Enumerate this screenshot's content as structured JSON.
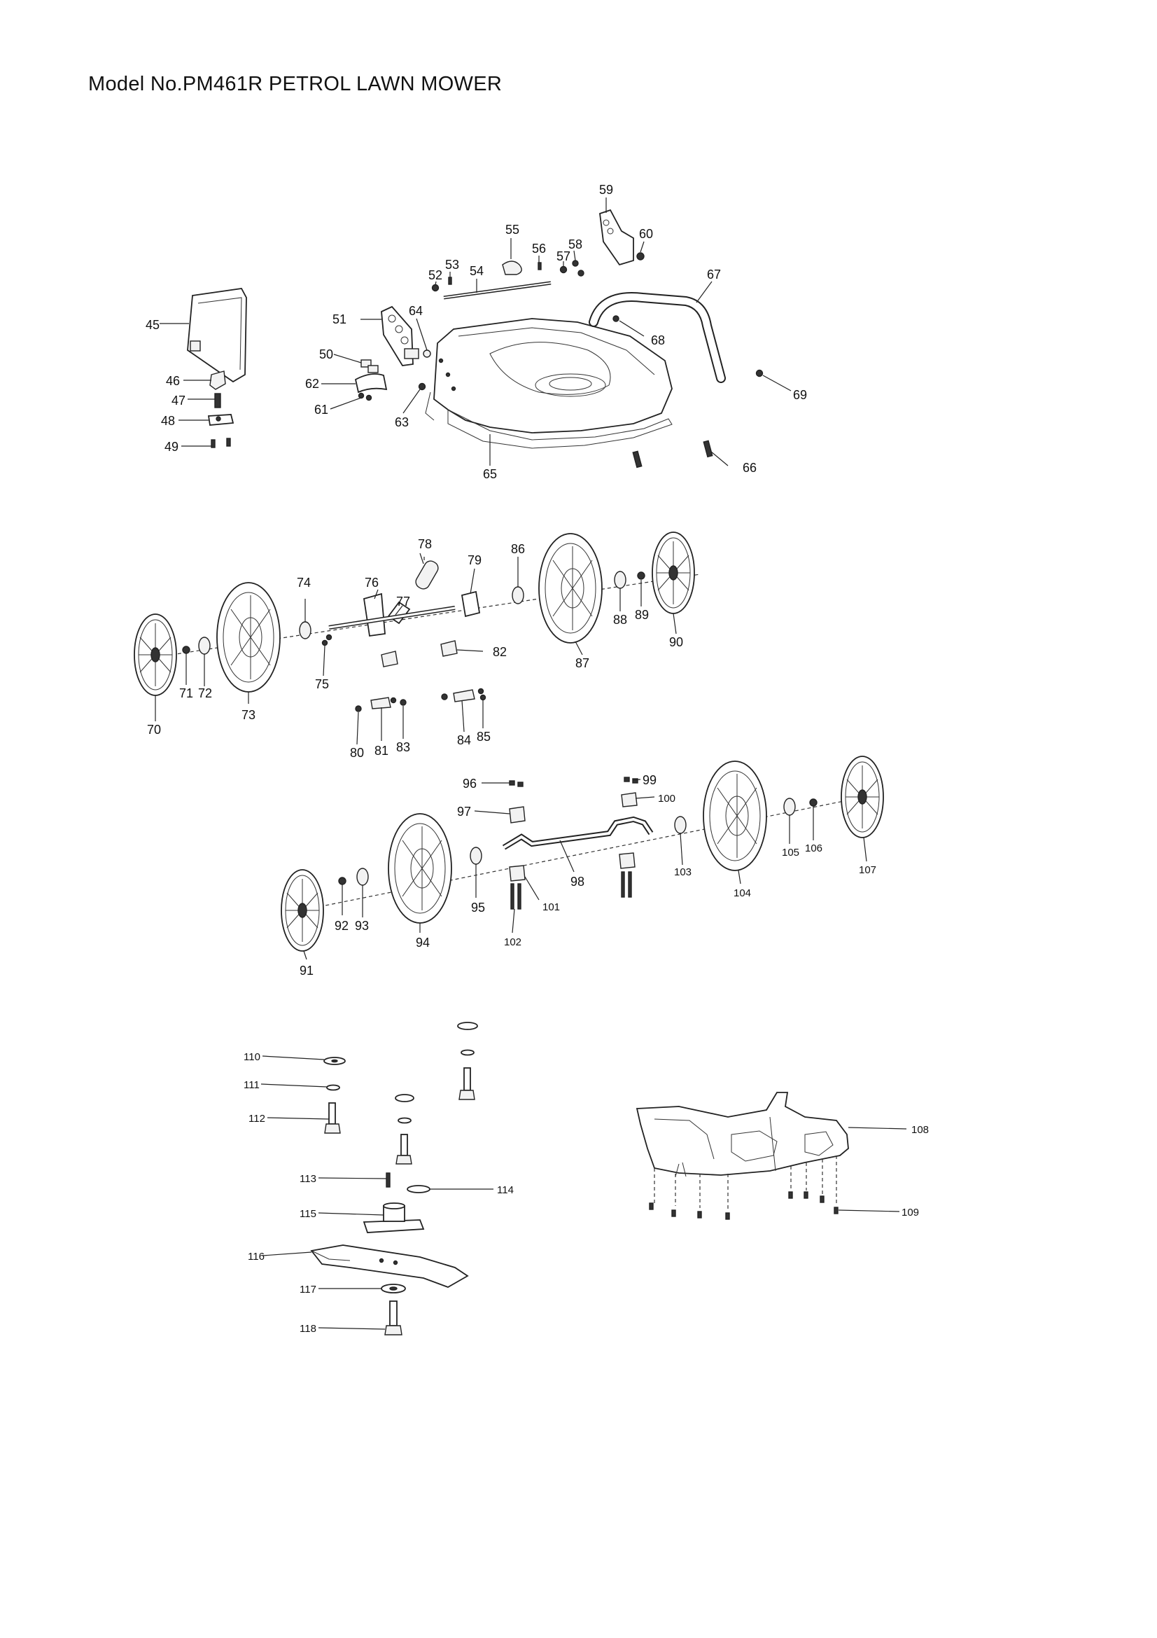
{
  "title": "Model No.PM461R PETROL LAWN MOWER",
  "labels": {
    "p45": "45",
    "p46": "46",
    "p47": "47",
    "p48": "48",
    "p49": "49",
    "p50": "50",
    "p51": "51",
    "p52": "52",
    "p53": "53",
    "p54": "54",
    "p55": "55",
    "p56": "56",
    "p57": "57",
    "p58": "58",
    "p59": "59",
    "p60": "60",
    "p61": "61",
    "p62": "62",
    "p63": "63",
    "p64": "64",
    "p65": "65",
    "p66": "66",
    "p67": "67",
    "p68": "68",
    "p69": "69",
    "p70": "70",
    "p71": "71",
    "p72": "72",
    "p73": "73",
    "p74": "74",
    "p75": "75",
    "p76": "76",
    "p77": "77",
    "p78": "78",
    "p79": "79",
    "p80": "80",
    "p81": "81",
    "p82": "82",
    "p83": "83",
    "p84": "84",
    "p85": "85",
    "p86": "86",
    "p87": "87",
    "p88": "88",
    "p89": "89",
    "p90": "90",
    "p91": "91",
    "p92": "92",
    "p93": "93",
    "p94": "94",
    "p95": "95",
    "p96": "96",
    "p97": "97",
    "p98": "98",
    "p99": "99",
    "p100": "100",
    "p101": "101",
    "p102": "102",
    "p103": "103",
    "p104": "104",
    "p105": "105",
    "p106": "106",
    "p107": "107",
    "p108": "108",
    "p109": "109",
    "p110": "110",
    "p111": "111",
    "p112": "112",
    "p113": "113",
    "p114": "114",
    "p115": "115",
    "p116": "116",
    "p117": "117",
    "p118": "118"
  }
}
